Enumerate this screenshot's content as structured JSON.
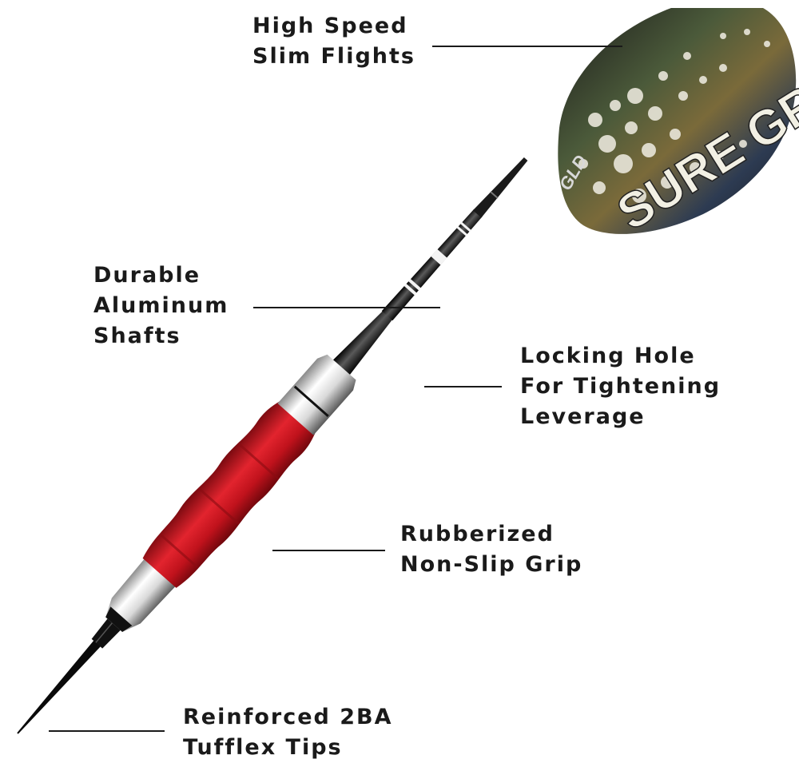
{
  "callouts": {
    "flights": {
      "line1": "High Speed",
      "line2": "Slim Flights"
    },
    "shafts": {
      "line1": "Durable",
      "line2": "Aluminum",
      "line3": "Shafts"
    },
    "locking_hole": {
      "line1": "Locking Hole",
      "line2": "For Tightening",
      "line3": "Leverage"
    },
    "grip": {
      "line1": "Rubberized",
      "line2": "Non-Slip Grip"
    },
    "tips": {
      "line1": "Reinforced 2BA",
      "line2": "Tufflex Tips"
    }
  },
  "flight_print": {
    "brand_text": "SURE GRIP",
    "logo_text": "GLD"
  },
  "colors": {
    "text": "#1a1a1a",
    "grip": "#c8141e",
    "shaft": "#222222",
    "chrome": "#e8e8e8"
  },
  "icons": [
    "dart-flight",
    "dart-shaft",
    "dart-barrel",
    "dart-tip"
  ]
}
